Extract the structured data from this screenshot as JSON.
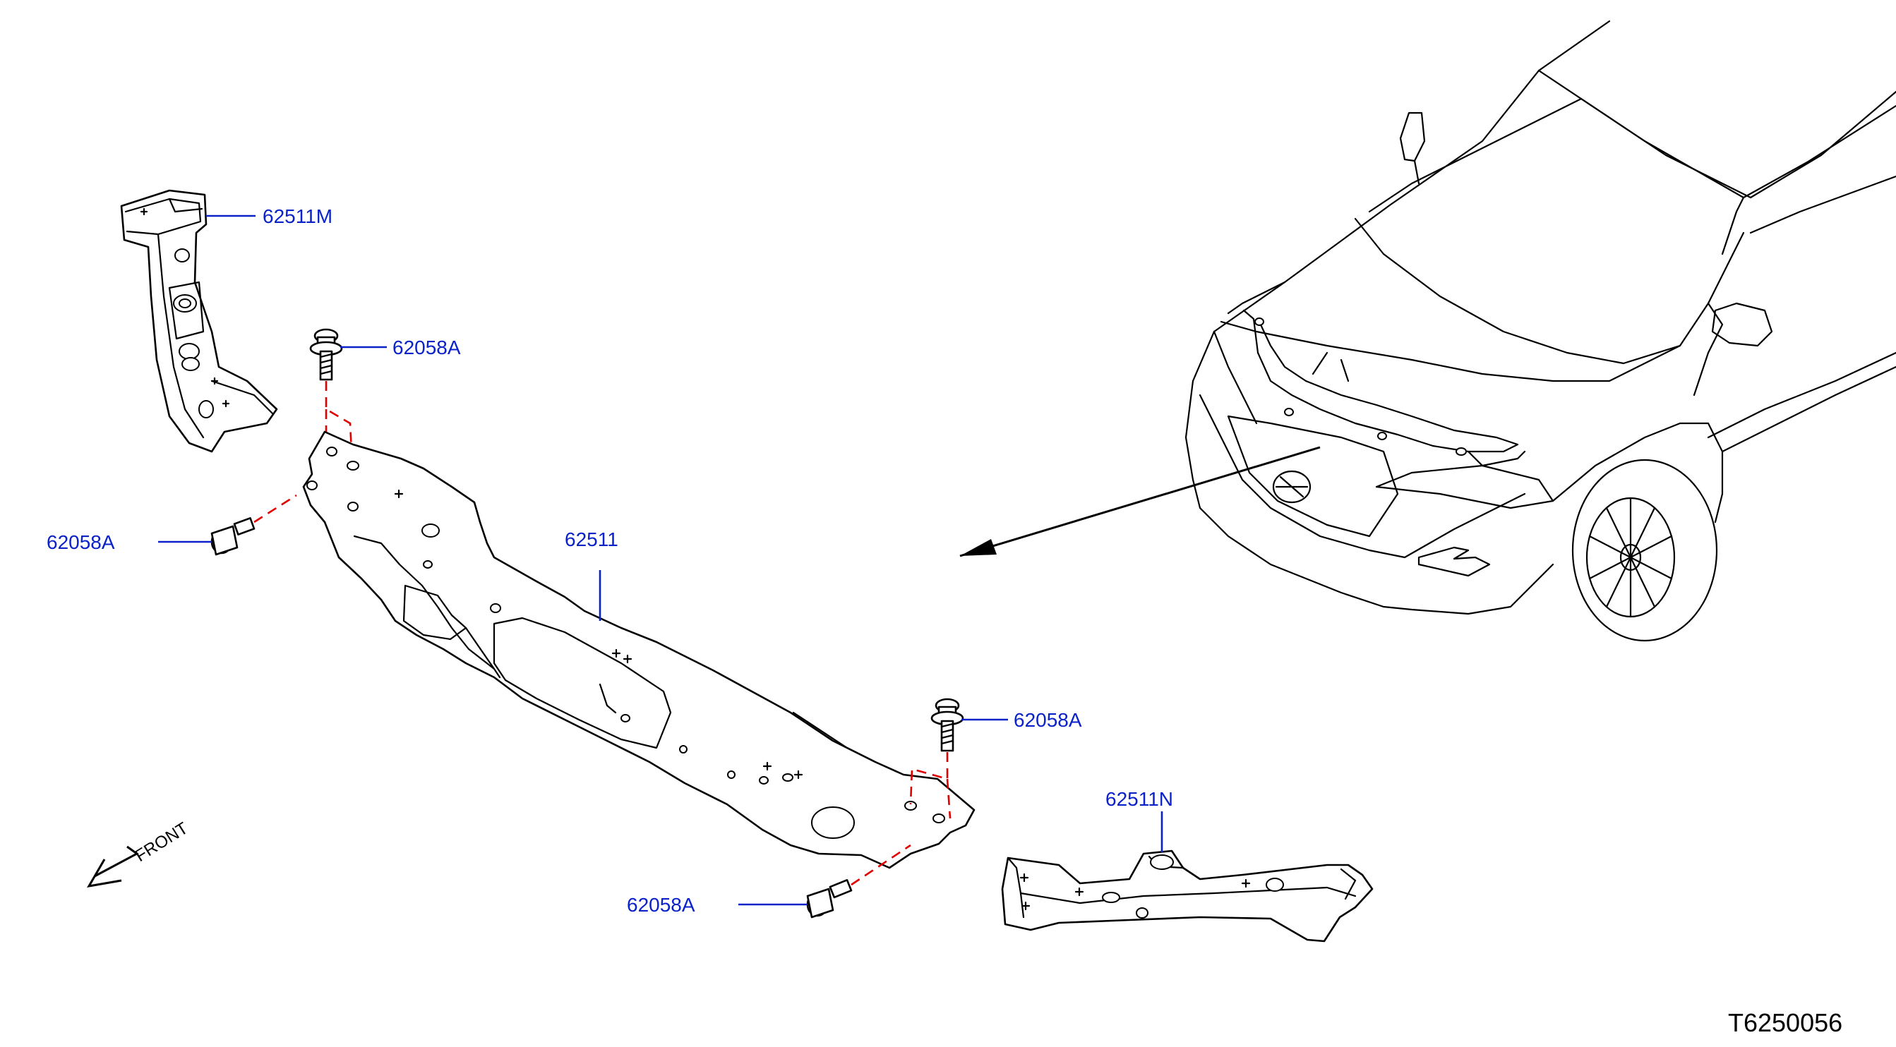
{
  "callouts": {
    "part_62511M": "62511M",
    "bolt_top": "62058A",
    "bolt_left": "62058A",
    "part_62511": "62511",
    "bolt_right": "62058A",
    "part_62511N": "62511N",
    "bolt_bottom": "62058A"
  },
  "front_label": "FRONT",
  "reference_code": "T6250056",
  "colors": {
    "callout": "#0a22c8",
    "bolt_line": "#e00000",
    "outline": "#000000"
  }
}
